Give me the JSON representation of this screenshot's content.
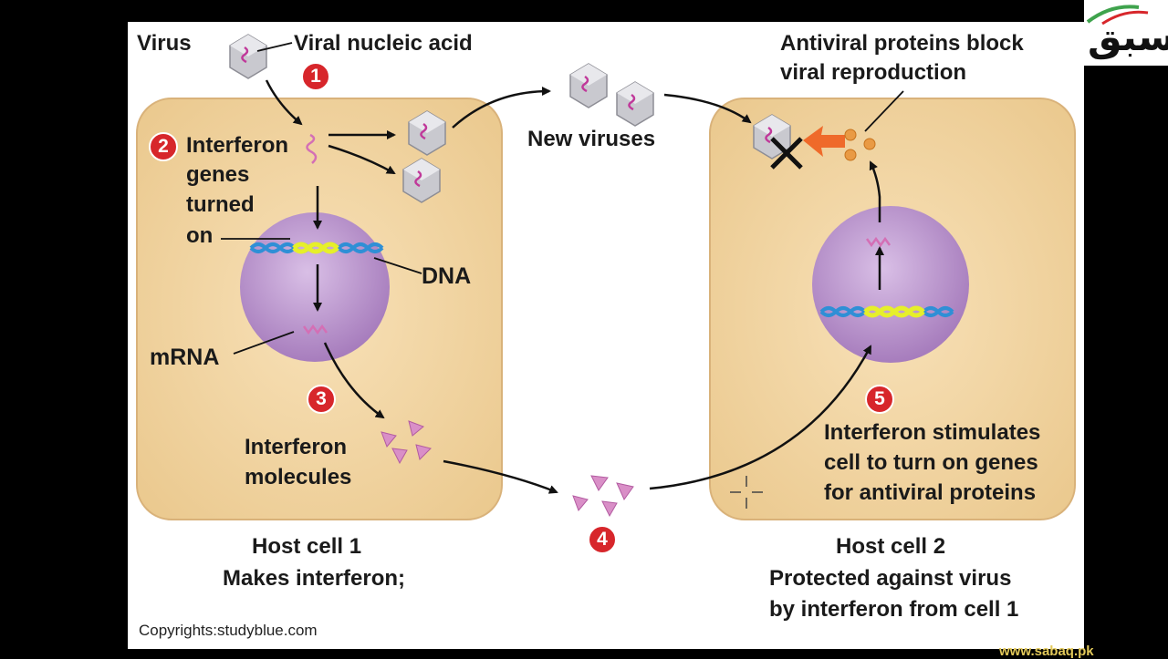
{
  "labels": {
    "virus": "Virus",
    "viral_nucleic_acid": "Viral nucleic acid",
    "interferon_genes_line1": "Interferon",
    "interferon_genes_line2": "genes",
    "interferon_genes_line3": "turned",
    "interferon_genes_line4": "on",
    "dna": "DNA",
    "mrna": "mRNA",
    "interferon_molecules_line1": "Interferon",
    "interferon_molecules_line2": "molecules",
    "new_viruses": "New viruses",
    "antiviral_line1": "Antiviral proteins block",
    "antiviral_line2": "viral reproduction",
    "stimulates_line1": "Interferon stimulates",
    "stimulates_line2": "cell to turn on genes",
    "stimulates_line3": "for antiviral proteins",
    "host1_line1": "Host cell 1",
    "host1_line2": "Makes interferon;",
    "host2_line1": "Host cell 2",
    "host2_line2": "Protected against virus",
    "host2_line3": "by interferon from cell 1",
    "copyright": "Copyrights:studyblue.com"
  },
  "steps": [
    "1",
    "2",
    "3",
    "4",
    "5"
  ],
  "logo": {
    "text": "سبق",
    "website": "www.sabaq.pk"
  },
  "colors": {
    "panel": "#ffffff",
    "cell": "#f1d19c",
    "cell_border": "#d9b27a",
    "nucleus": "#b78fc9",
    "badge": "#d7262b",
    "interferon": "#d46fb5",
    "antiviral": "#e99a44",
    "block_arrow": "#ef6a2a",
    "dna_blue": "#2f8fd6",
    "dna_yellow": "#e6ef2a"
  }
}
